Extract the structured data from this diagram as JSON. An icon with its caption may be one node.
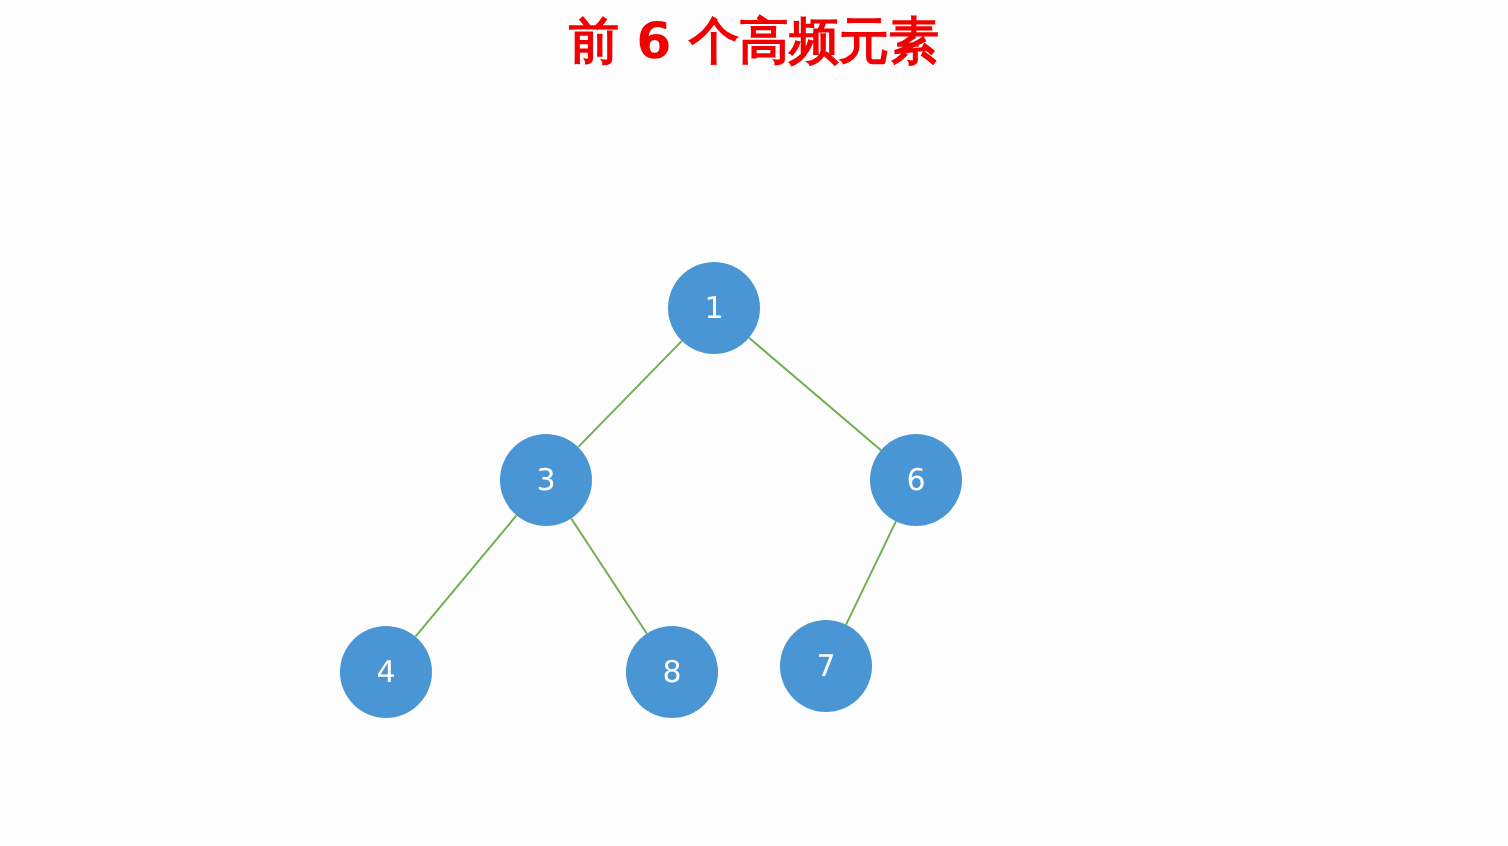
{
  "diagram": {
    "title": "前 6 个高频元素",
    "nodes": [
      {
        "text": [
          "1"
        ]
      },
      {
        "text": [
          "3"
        ]
      },
      {
        "text": [
          "6"
        ]
      },
      {
        "text": [
          "4"
        ]
      },
      {
        "text": [
          "8"
        ]
      },
      {
        "text": [
          "7"
        ]
      }
    ],
    "edges": [
      {
        "from": 0,
        "to": 1,
        "arrow": "none"
      },
      {
        "from": 0,
        "to": 2,
        "arrow": "none"
      },
      {
        "from": 1,
        "to": 3,
        "arrow": "none"
      },
      {
        "from": 1,
        "to": 4,
        "arrow": "none"
      },
      {
        "from": 2,
        "to": 5,
        "arrow": "none"
      }
    ]
  }
}
